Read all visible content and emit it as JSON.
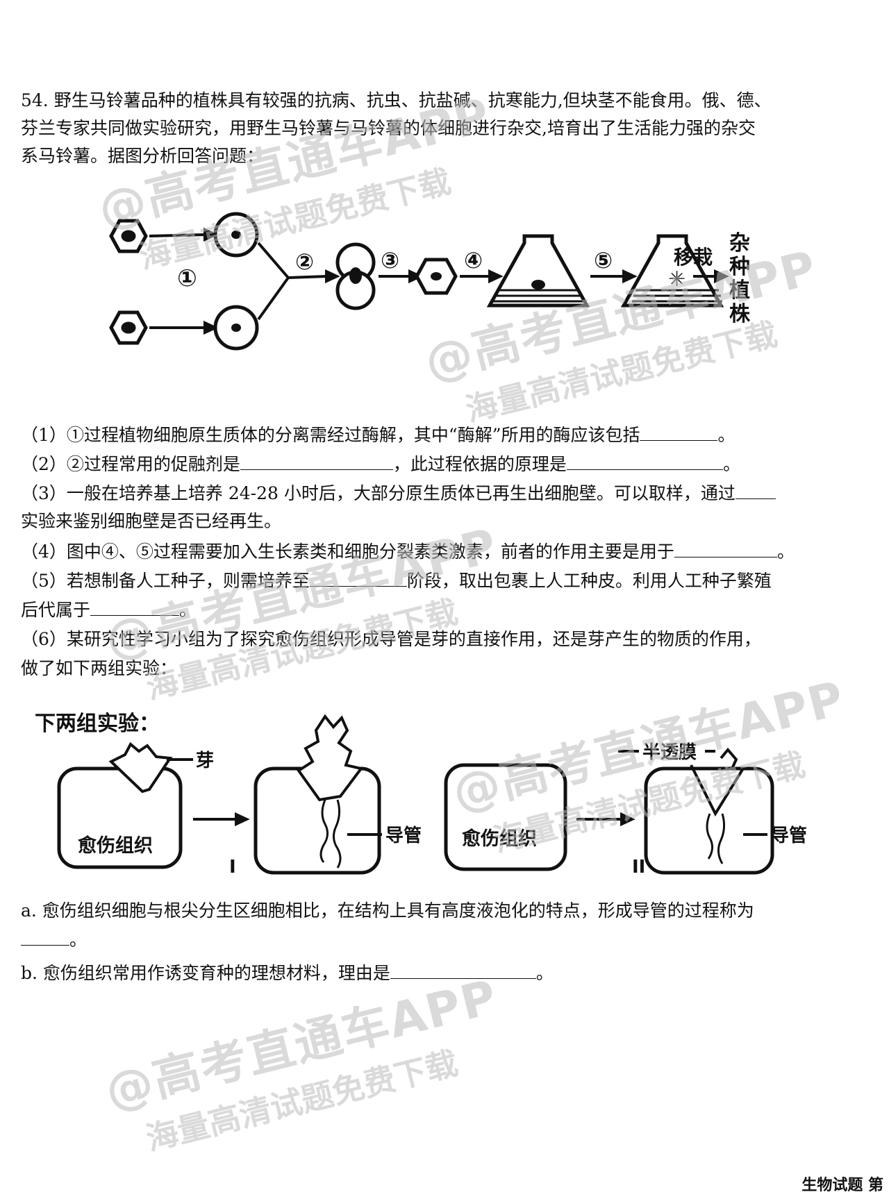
{
  "question": {
    "line1": "54. 野生马铃薯品种的植株具有较强的抗病、抗虫、抗盐碱、抗寒能力,但块茎不能食用。俄、德、",
    "line2": "芬兰专家共同做实验研究，用野生马铃薯与马铃薯的体细胞进行杂交,培育出了生活能力强的杂交",
    "line3": "系马铃薯。据图分析回答问题："
  },
  "diagram1": {
    "step1": "①",
    "step2": "②",
    "step3": "③",
    "step4": "④",
    "step5": "⑤",
    "transplant": "移栽",
    "result_lines": [
      "杂",
      "种",
      "植",
      "株"
    ]
  },
  "items": {
    "q1": "（1）①过程植物细胞原生质体的分离需经过酶解，其中“酶解”所用的酶应该包括",
    "q1_end": "。",
    "q2a": "（2）②过程常用的促融剂是",
    "q2b": "，此过程依据的原理是",
    "q2_end": "。",
    "q3a": "（3）一般在培养基上培养 24-28 小时后，大部分原生质体已再生出细胞壁。可以取样，通过",
    "q3b": "实验来鉴别细胞壁是否已经再生。",
    "q4": "（4）图中④、⑤过程需要加入生长素类和细胞分裂素类激素，前者的作用主要是用于",
    "q4_end": "。",
    "q5a": "（5）若想制备人工种子，则需培养至",
    "q5b": "阶段，取出包裹上人工种皮。利用人工种子繁殖",
    "q5c": "后代属于",
    "q5_end": "。",
    "q6a": "（6）某研究性学习小组为了探究愈伤组织形成导管是芽的直接作用，还是芽产生的物质的作用，",
    "q6b": "做了如下两组实验："
  },
  "diagram2": {
    "heading": "下两组实验：",
    "bud": "芽",
    "callus": "愈伤组织",
    "vessel": "导管",
    "membrane": "半透膜",
    "group1": "I",
    "group2": "II"
  },
  "sub": {
    "a1": "a. 愈伤组织细胞与根尖分生区细胞相比，在结构上具有高度液泡化的特点，形成导管的过程称为",
    "a_end": "。",
    "b1": "b. 愈伤组织常用作诱变育种的理想材料，理由是",
    "b_end": "。"
  },
  "watermarks": {
    "brand": "@高考直通车APP",
    "slogan": "海量高清试题免费下载"
  },
  "footer": "生物试题 第"
}
